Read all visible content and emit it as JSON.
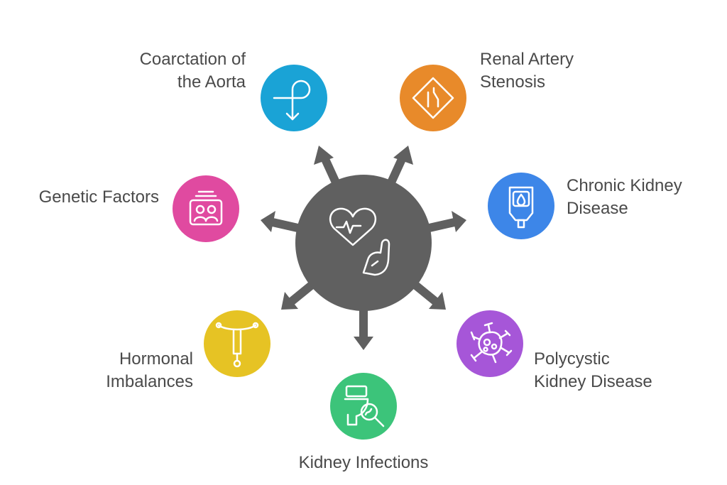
{
  "center": {
    "fill": "#606060",
    "icon": "heart-strength-icon"
  },
  "factors": [
    {
      "key": "coarctation",
      "lines": [
        "Coarctation of",
        "the Aorta"
      ],
      "color": "#1aa3d6",
      "icon": "loop-arrow-icon"
    },
    {
      "key": "renal",
      "lines": [
        "Renal Artery",
        "Stenosis"
      ],
      "color": "#e88a2a",
      "icon": "road-narrows-sign-icon"
    },
    {
      "key": "genetic",
      "lines": [
        "Genetic Factors"
      ],
      "color": "#e04aa0",
      "icon": "family-portrait-icon"
    },
    {
      "key": "ckd",
      "lines": [
        "Chronic Kidney",
        "Disease"
      ],
      "color": "#3d86e8",
      "icon": "glucose-meter-icon"
    },
    {
      "key": "hormonal",
      "lines": [
        "Hormonal",
        "Imbalances"
      ],
      "color": "#e6c324",
      "icon": "iud-icon"
    },
    {
      "key": "pkd",
      "lines": [
        "Polycystic",
        "Kidney Disease"
      ],
      "color": "#a656d8",
      "icon": "cyst-cell-icon"
    },
    {
      "key": "infections",
      "lines": [
        "Kidney Infections"
      ],
      "color": "#3cc47a",
      "icon": "toilet-magnifier-icon"
    }
  ]
}
